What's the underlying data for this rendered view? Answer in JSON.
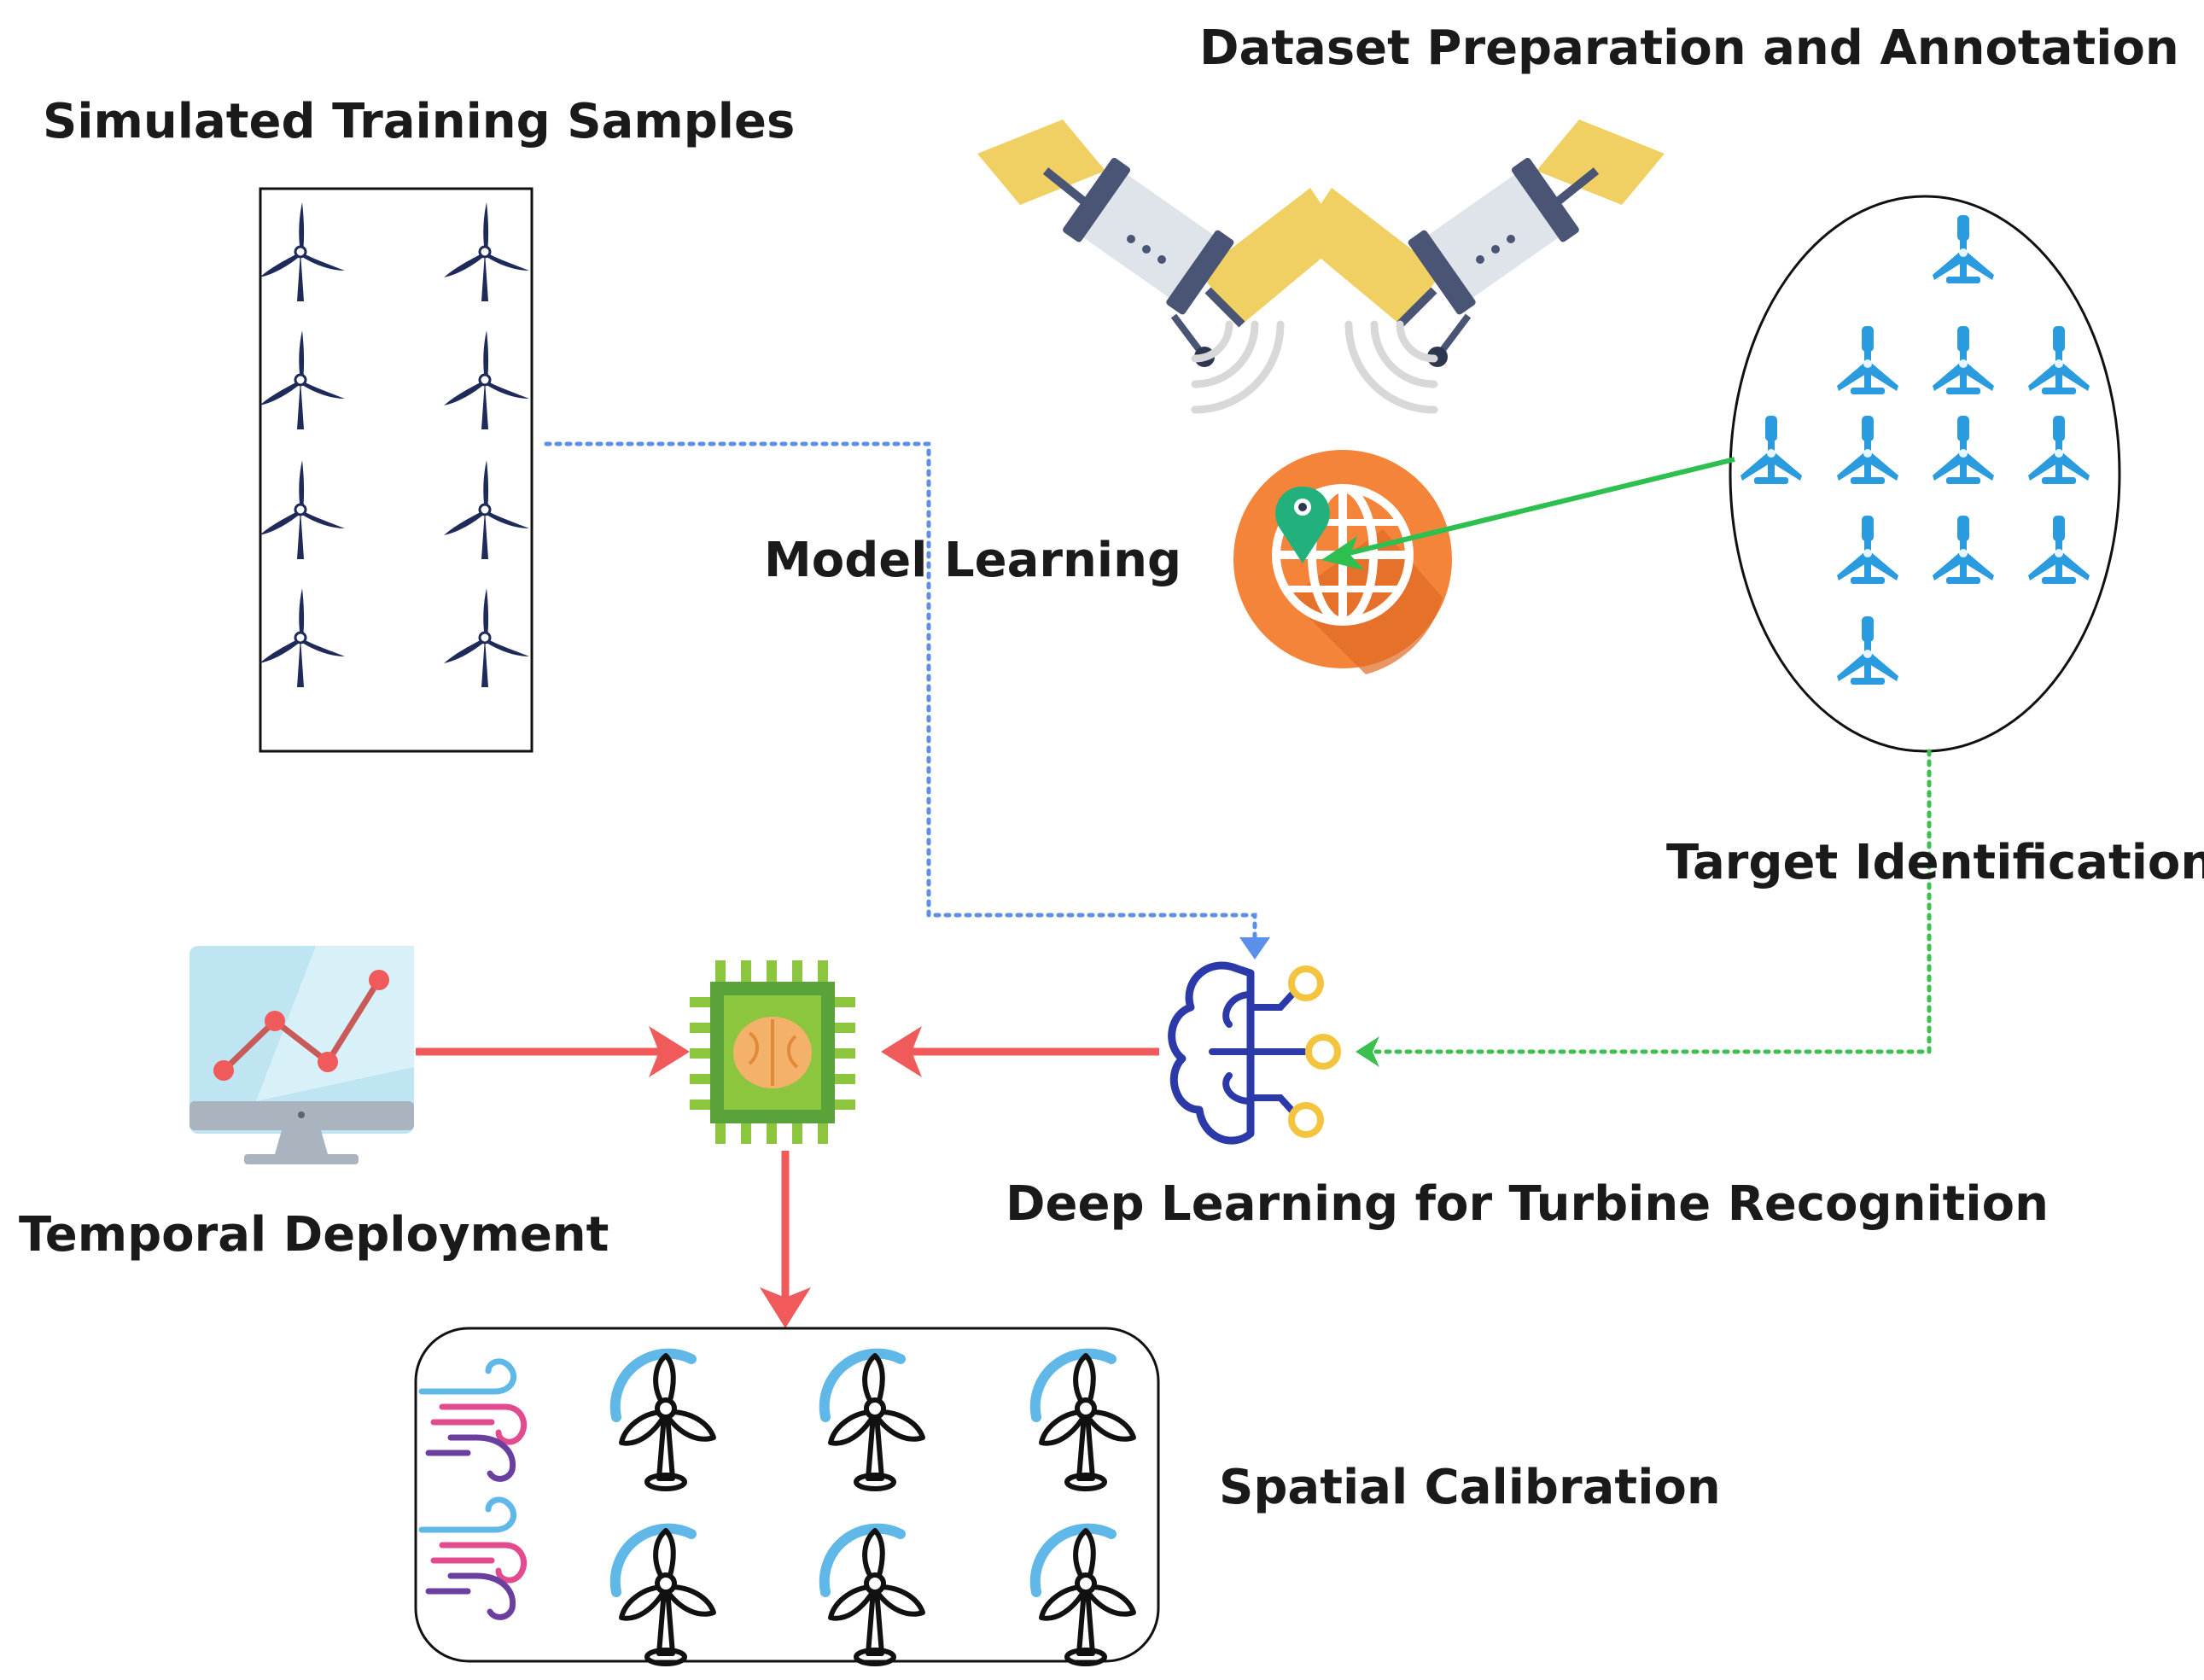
{
  "labels": {
    "dataset": "Dataset Preparation and Annotation",
    "simulated": "Simulated Training Samples",
    "model_learning": "Model Learning",
    "target_identification": "Target Identification",
    "temporal_deployment": "Temporal Deployment",
    "deep_learning": "Deep Learning for Turbine Recognition",
    "spatial_calibration": "Spatial Calibration"
  },
  "icons": {
    "simulated_samples": "wind-turbine-icon",
    "satellites": "satellite-icon",
    "globe": "globe-location-icon",
    "aerial_turbines": "turbine-top-view-icon",
    "ai_brain": "ai-brain-icon",
    "processor": "brain-chip-icon",
    "monitor": "monitor-chart-icon",
    "wind": "wind-icon",
    "calibrated_turbines": "wind-turbine-speed-icon"
  },
  "colors": {
    "red_arrow": "#f15a5a",
    "green_arrow": "#2dbf4f",
    "blue_dotted": "#5b8fe8",
    "green_dotted": "#3ac04f",
    "navy_turbine": "#1e2a5a",
    "aerial_turbine": "#2b9be0",
    "globe_orange": "#f4843a",
    "chip_green": "#8cc63f",
    "brain_orange": "#f3b169",
    "ai_blue": "#2b3aa8",
    "ai_yellow": "#f3c53f",
    "solar_yellow": "#f0d062",
    "monitor_screen": "#bfe4f2",
    "gauge_blue": "#5fb8e8"
  }
}
